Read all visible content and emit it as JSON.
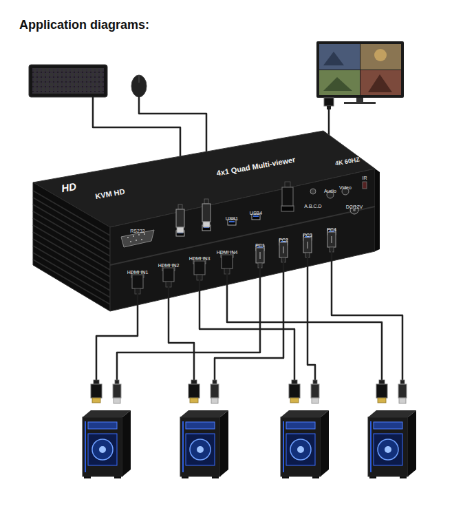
{
  "diagram": {
    "title": "Application diagrams:",
    "nodes": [
      {
        "text": [
          "KVM HD",
          "4x1 Quad Multi-viewer",
          "4K 60HZ"
        ]
      },
      {
        "text": [
          "RS232"
        ],
        "in": 0
      },
      {
        "text": [
          "USB1"
        ],
        "in": 0
      },
      {
        "text": [
          "USB4"
        ],
        "in": 0
      },
      {
        "text": [
          "A.B.C.D"
        ],
        "in": 0
      },
      {
        "text": [
          "Audio"
        ],
        "in": 0
      },
      {
        "text": [
          "Video"
        ],
        "in": 0
      },
      {
        "text": [
          "DC/12V"
        ],
        "in": 0
      },
      {
        "text": [
          "HDMI IN1"
        ],
        "in": 0
      },
      {
        "text": [
          "HDMI IN2"
        ],
        "in": 0
      },
      {
        "text": [
          "HDMI IN3"
        ],
        "in": 0
      },
      {
        "text": [
          "HDMI IN4"
        ],
        "in": 0
      },
      {
        "text": [
          "PC1"
        ],
        "in": 0
      },
      {
        "text": [
          "PC2"
        ],
        "in": 0
      },
      {
        "text": [
          "PC3"
        ],
        "in": 0
      },
      {
        "text": [
          "PC4"
        ],
        "in": 0
      }
    ],
    "labels": [
      "HD",
      "IR"
    ]
  }
}
